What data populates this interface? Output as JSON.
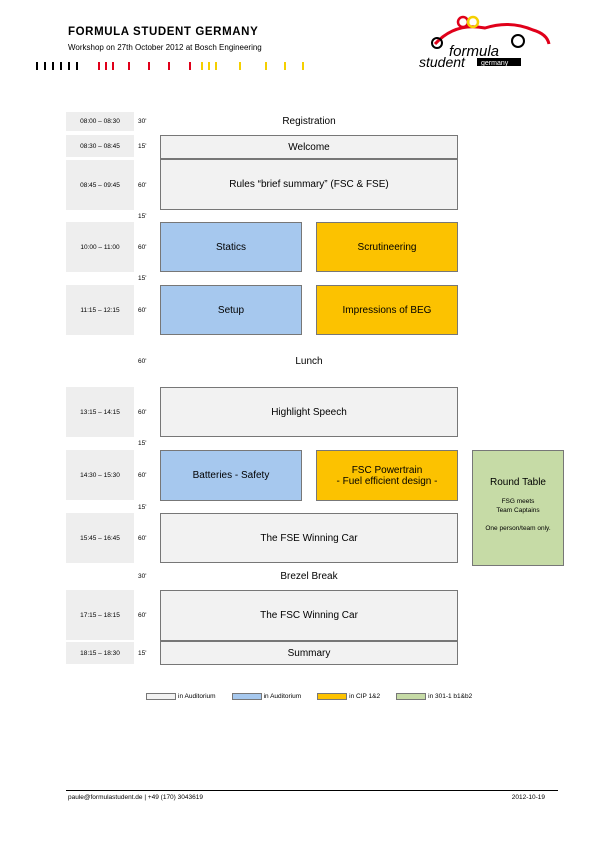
{
  "header": {
    "title": "FORMULA STUDENT GERMANY",
    "subtitle": "Workshop on 27th October 2012 at Bosch Engineering",
    "logo_text_top": "formula",
    "logo_text_bottom": "student",
    "logo_text_tag": "germany",
    "colors": {
      "red": "#e0001a",
      "black": "#000000",
      "yellow": "#f5d000"
    }
  },
  "schedule": {
    "registration": {
      "time": "08:00 – 08:30",
      "dur": "30'",
      "label": "Registration"
    },
    "welcome": {
      "time": "08:30 – 08:45",
      "dur": "15'",
      "label": "Welcome"
    },
    "rules": {
      "time": "08:45 – 09:45",
      "dur": "60'",
      "label": "Rules “brief summary” (FSC & FSE)"
    },
    "gap1": {
      "dur": "15'"
    },
    "slot3": {
      "time": "10:00 – 11:00",
      "dur": "60'",
      "left": "Statics",
      "right": "Scrutineering"
    },
    "gap2": {
      "dur": "15'"
    },
    "slot4": {
      "time": "11:15 – 12:15",
      "dur": "60'",
      "left": "Setup",
      "right": "Impressions of BEG"
    },
    "lunch": {
      "dur": "60'",
      "label": "Lunch"
    },
    "highlight": {
      "time": "13:15 – 14:15",
      "dur": "60'",
      "label": "Highlight Speech"
    },
    "gap3": {
      "dur": "15'"
    },
    "slot6": {
      "time": "14:30 – 15:30",
      "dur": "60'",
      "left": "Batteries -  Safety",
      "right_line1": "FSC Powertrain",
      "right_line2": "- Fuel efficient design -"
    },
    "gap4": {
      "dur": "15'"
    },
    "fse": {
      "time": "15:45 – 16:45",
      "dur": "60'",
      "label": "The FSE Winning Car"
    },
    "brezel": {
      "dur": "30'",
      "label": "Brezel Break"
    },
    "fsc": {
      "time": "17:15 – 18:15",
      "dur": "60'",
      "label": "The FSC Winning Car"
    },
    "summary": {
      "time": "18:15 – 18:30",
      "dur": "15'",
      "label": "Summary"
    },
    "roundtable": {
      "title": "Round Table",
      "line1": "FSG meets",
      "line2": "Team Captains",
      "line3": "One person/team only."
    }
  },
  "legend": [
    {
      "label": "in Auditorium",
      "color": "#f2f2f2"
    },
    {
      "label": "in Auditorium",
      "color": "#a6c8ee"
    },
    {
      "label": "in CIP 1&2",
      "color": "#fcc200"
    },
    {
      "label": "in 301-1 b1&b2",
      "color": "#c6dba6"
    }
  ],
  "footer": {
    "contact": "paule@formulastudent.de  | +49 (170) 3043619",
    "date": "2012-10-19"
  }
}
